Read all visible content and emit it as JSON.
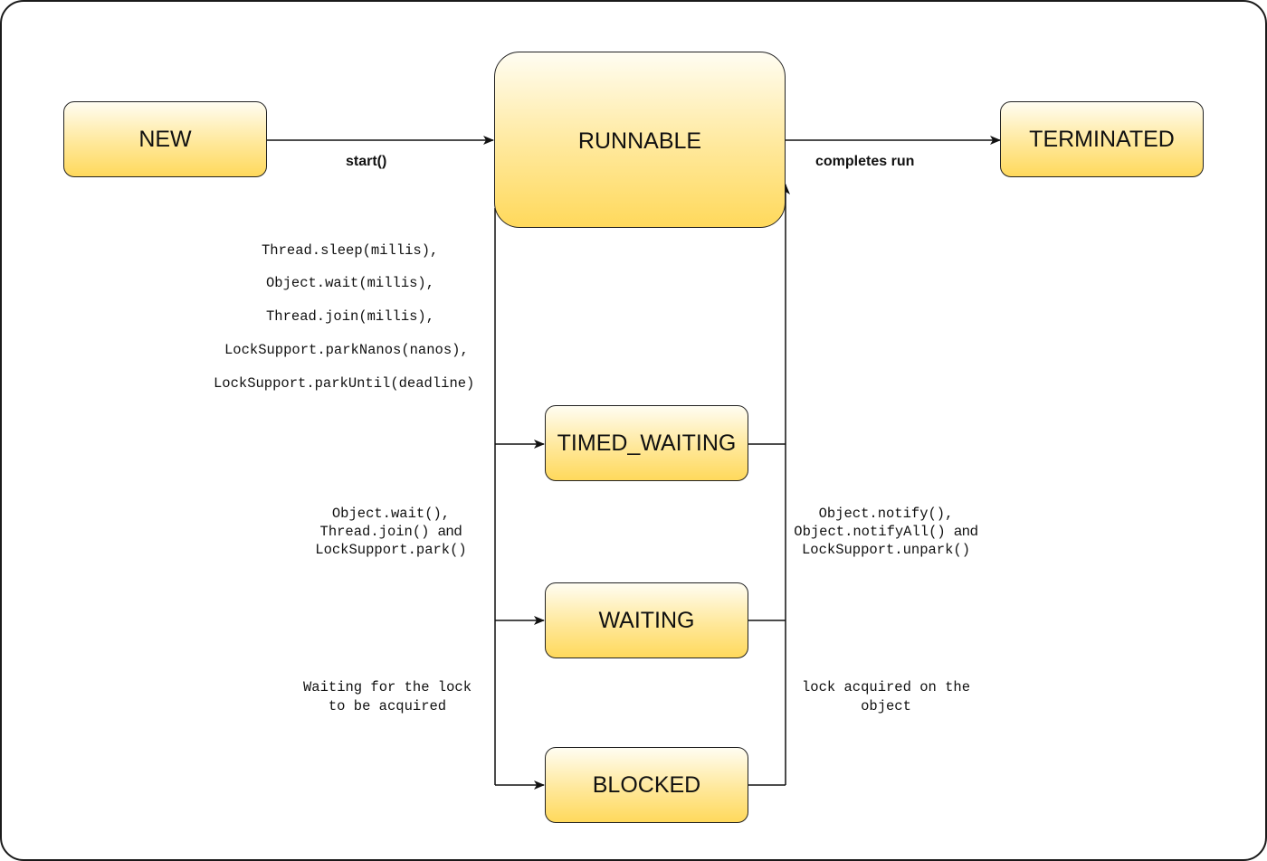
{
  "states": {
    "new": "NEW",
    "runnable": "RUNNABLE",
    "terminated": "TERMINATED",
    "timed_waiting": "TIMED_WAITING",
    "waiting": "WAITING",
    "blocked": "BLOCKED"
  },
  "transitions": {
    "start": "start()",
    "completes": "completes run",
    "timed_waiting_calls": [
      "Thread.sleep(millis),",
      "Object.wait(millis),",
      "Thread.join(millis),",
      "LockSupport.parkNanos(nanos),",
      "LockSupport.parkUntil(deadline)"
    ],
    "waiting_calls": {
      "line1": "Object.wait(),",
      "line2_code": "Thread.join()",
      "line2_and": "and",
      "line3": "LockSupport.park()"
    },
    "notify_calls": {
      "line1": "Object.notify(),",
      "line2_code": "Object.notifyAll()",
      "line2_and": "and",
      "line3": "LockSupport.unpark()"
    },
    "blocked_enter": [
      "Waiting for the lock",
      "to be acquired"
    ],
    "blocked_exit": [
      "lock acquired on the",
      "object"
    ]
  },
  "colors": {
    "box_top": "#fffdf2",
    "box_bottom": "#ffd95c",
    "stroke": "#111111"
  }
}
